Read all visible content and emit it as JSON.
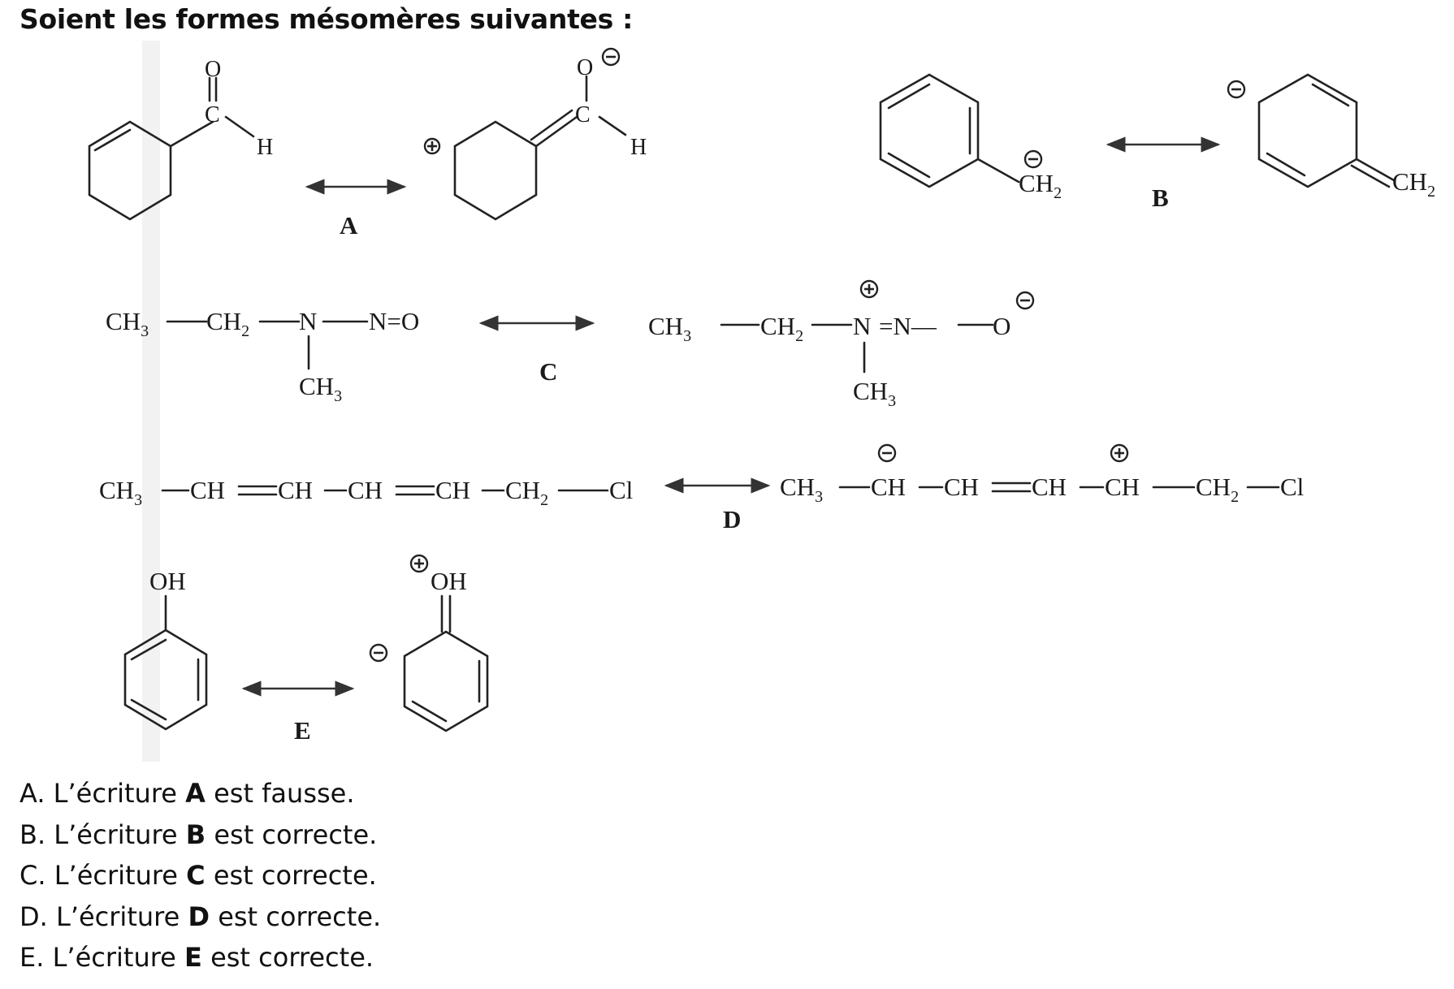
{
  "question": {
    "title": "Soient les formes mésomères suivantes :"
  },
  "reaction_labels": {
    "a": "A",
    "b": "B",
    "c": "C",
    "d": "D",
    "e": "E"
  },
  "atoms": {
    "O": "O",
    "C": "C",
    "H": "H",
    "N": "N",
    "Cl": "Cl",
    "OH": "OH",
    "CH3": "CH",
    "CH2": "CH",
    "sub3": "3",
    "sub2": "2",
    "CH": "CH",
    "NeqO": "N=O",
    "eqN": "=N—",
    "O2": "O"
  },
  "choices": [
    {
      "prefix": "A. L’écriture ",
      "letter": "A",
      "suffix": " est fausse."
    },
    {
      "prefix": "B. L’écriture ",
      "letter": "B",
      "suffix": " est correcte."
    },
    {
      "prefix": "C. L’écriture ",
      "letter": "C",
      "suffix": " est correcte."
    },
    {
      "prefix": "D. L’écriture ",
      "letter": "D",
      "suffix": " est correcte."
    },
    {
      "prefix": "E. L’écriture ",
      "letter": "E",
      "suffix": " est correcte."
    }
  ]
}
